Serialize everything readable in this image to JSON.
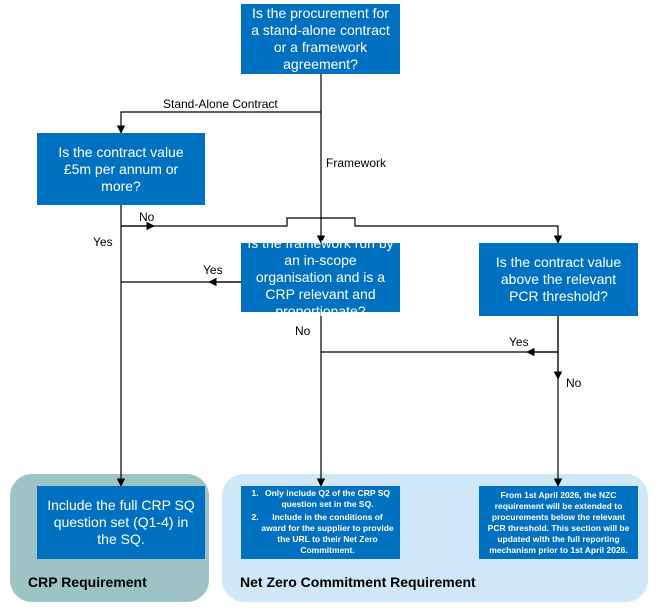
{
  "nodes": {
    "q_procurement": "Is the procurement for a stand-alone contract or a framework agreement?",
    "q_contract_value_5m": "Is the contract value £5m per annum or more?",
    "q_framework_inscope": "Is the framework run by an in-scope organisation and is a CRP relevant and proportionate?",
    "q_pcr_threshold": "Is the contract value above the relevant PCR threshold?",
    "crp_full_set": "Include the full CRP SQ question set (Q1-4) in the SQ.",
    "nzc_steps": [
      "Only include Q2 of the CRP SQ question set in the SQ.",
      "Include in the conditions of award for the supplier to provide the URL to their Net Zero Commitment."
    ],
    "nzc_future": "From 1st April 2026, the NZC requirement will be extended to procurements below the relevant PCR threshold. This section will be updated with the full reporting mechanism prior to 1st April 2026."
  },
  "edge_labels": {
    "stand_alone": "Stand-Alone Contract",
    "framework": "Framework",
    "no_value": "No",
    "yes_value": "Yes",
    "yes_framework": "Yes",
    "no_framework": "No",
    "yes_pcr": "Yes",
    "no_pcr": "No"
  },
  "panels": {
    "crp_title": "CRP Requirement",
    "nzc_title": "Net Zero Commitment Requirement"
  },
  "colors": {
    "box_fill": "#0070c0",
    "box_text": "#ffffff",
    "crp_panel": "#9dc3c5",
    "nzc_panel": "#cfe7f7",
    "connector": "#000000"
  }
}
